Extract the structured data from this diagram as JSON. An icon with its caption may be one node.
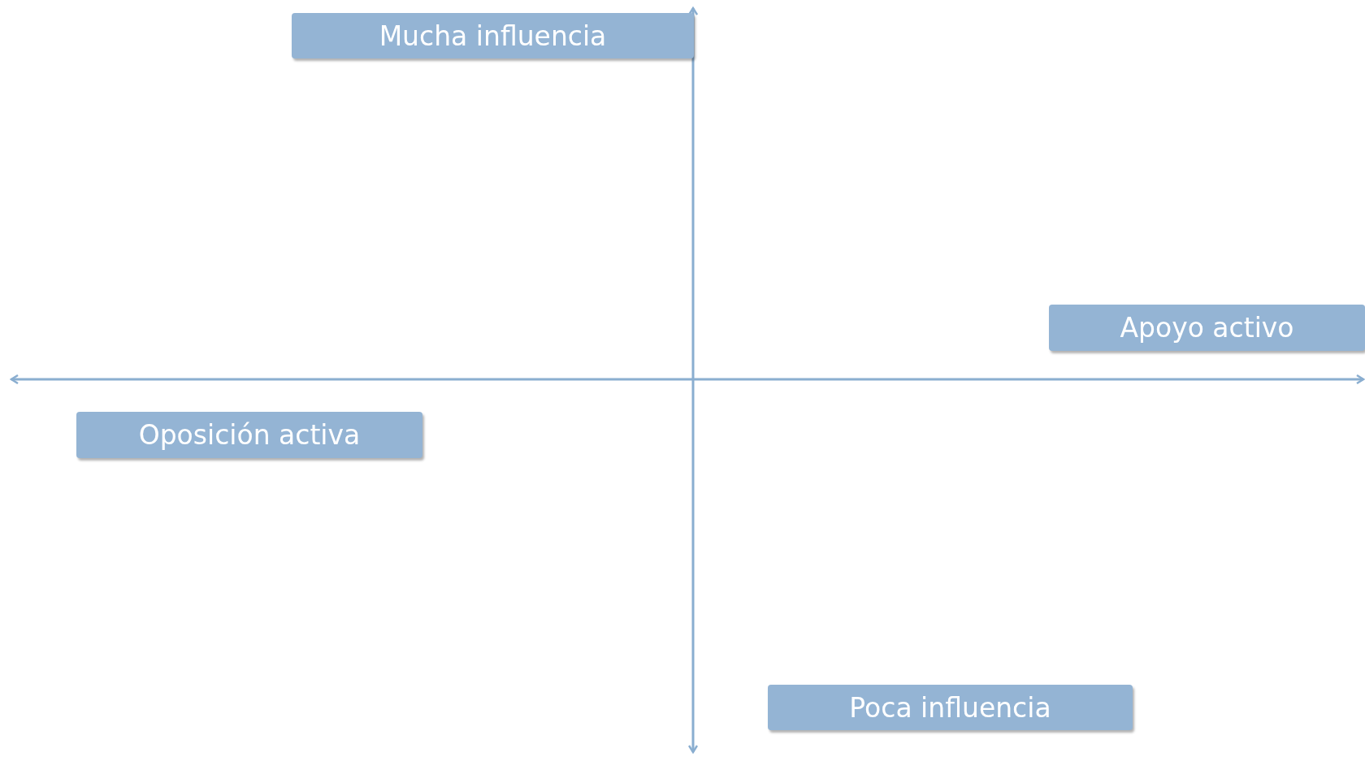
{
  "diagram": {
    "nodes": [
      {
        "text": [
          "Mucha influencia"
        ]
      },
      {
        "text": [
          "Apoyo activo"
        ]
      },
      {
        "text": [
          "Oposición activa"
        ]
      },
      {
        "text": [
          "Poca influencia"
        ]
      }
    ]
  }
}
